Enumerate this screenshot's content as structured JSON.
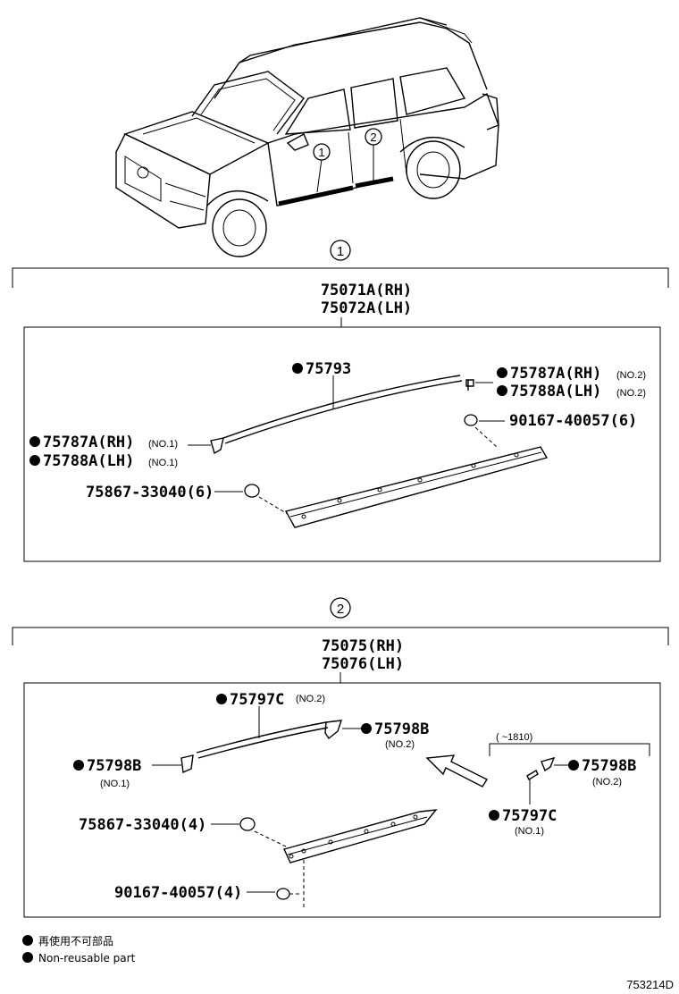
{
  "callouts": {
    "one": "1",
    "two": "2"
  },
  "group1": {
    "assy_rh": "75071A(RH)",
    "assy_lh": "75072A(LH)",
    "parts": {
      "p75793": "75793",
      "p75787a_no2": "75787A(RH)",
      "p75787a_no2_tag": "(NO.2)",
      "p75788a_no2": "75788A(LH)",
      "p75788a_no2_tag": "(NO.2)",
      "p90167": "90167-40057(6)",
      "p75787a_no1": "75787A(RH)",
      "p75787a_no1_tag": "(NO.1)",
      "p75788a_no1": "75788A(LH)",
      "p75788a_no1_tag": "(NO.1)",
      "p75867": "75867-33040(6)"
    }
  },
  "group2": {
    "assy_rh": "75075(RH)",
    "assy_lh": "75076(LH)",
    "parts": {
      "p75797c_no2": "75797C",
      "p75797c_no2_tag": "(NO.2)",
      "p75798b_no2_mid": "75798B",
      "p75798b_no2_mid_tag": "(NO.2)",
      "p75798b_no1": "75798B",
      "p75798b_no1_tag": "(NO.1)",
      "range_note": "(      ~1810)",
      "p75798b_no2_right": "75798B",
      "p75798b_no2_right_tag": "(NO.2)",
      "p75797c_no1": "75797C",
      "p75797c_no1_tag": "(NO.1)",
      "p75867": "75867-33040(4)",
      "p90167": "90167-40057(4)"
    }
  },
  "legend": {
    "jp": "再使用不可部品",
    "en": "Non-reusable part"
  },
  "diagram_code": "753214D"
}
